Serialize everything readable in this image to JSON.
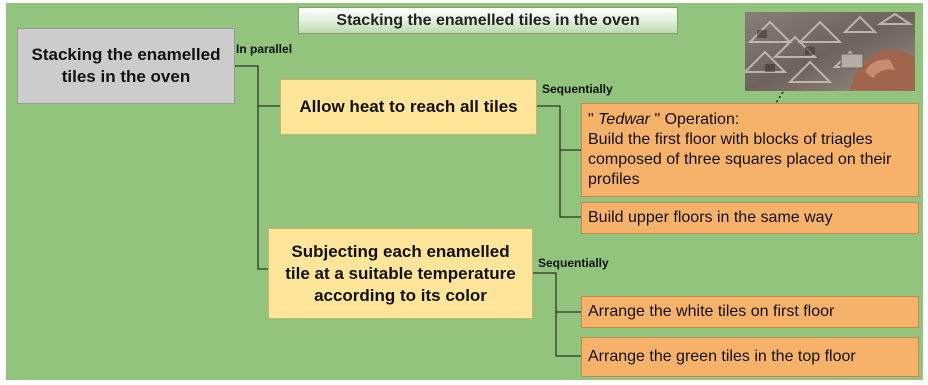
{
  "title": "Stacking the enamelled tiles in the oven",
  "root": {
    "label": "Stacking the enamelled tiles  in the oven"
  },
  "connectors": {
    "parallel": "In parallel",
    "sequential_1": "Sequentially",
    "sequential_2": "Sequentially"
  },
  "branches": [
    {
      "label": "Allow heat to reach all tiles",
      "steps": [
        {
          "quote_open": "\" ",
          "term": "Tedwar",
          "quote_close": " \" Operation:",
          "text": "Build the first floor with blocks of triagles composed of three squares placed on their profiles"
        },
        {
          "text": "Build upper floors in the same way"
        }
      ]
    },
    {
      "label": "Subjecting each enamelled tile at a suitable temperature according to its color",
      "steps": [
        {
          "text": "Arrange the white tiles on first floor"
        },
        {
          "text": "Arrange the green tiles in the top floor"
        }
      ]
    }
  ],
  "colors": {
    "background": "#93c47d",
    "root_box": "#cccccc",
    "branch_box": "#ffe599",
    "step_box": "#f6b26b"
  },
  "photo": {
    "icon": "tile-stacking-photo"
  }
}
